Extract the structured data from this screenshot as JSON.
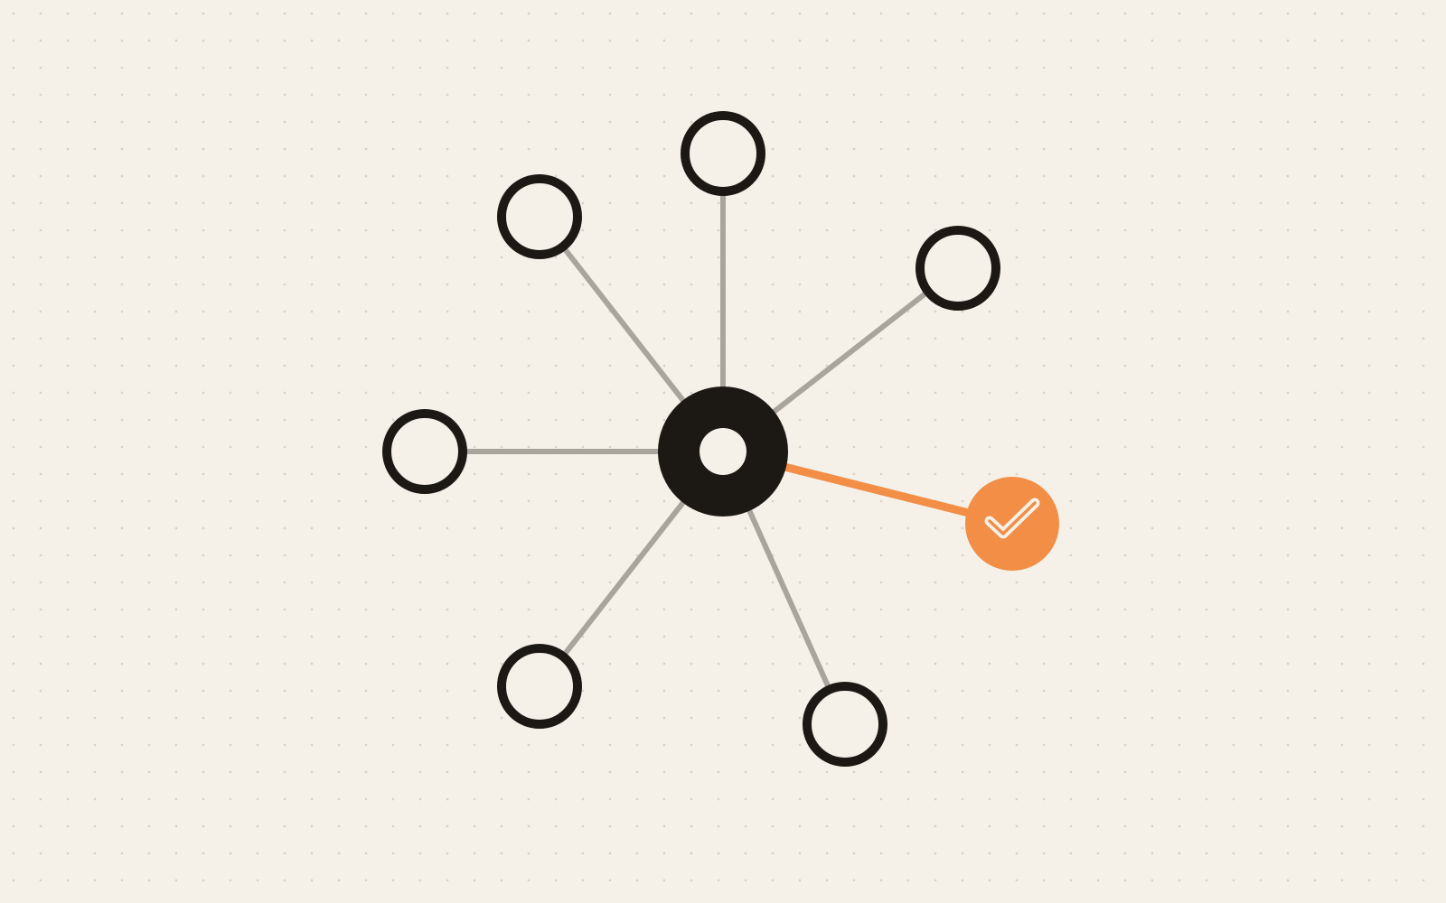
{
  "diagram": {
    "type": "hub-and-spoke",
    "colors": {
      "background": "#f5f1e9",
      "grid_dot": "#d8d2c6",
      "node_stroke": "#1c1915",
      "node_fill": "#f5f1e9",
      "hub_fill": "#1c1915",
      "edge": "#aaa59c",
      "active_edge": "#f28e45",
      "active_node": "#f28e45",
      "check_mark": "#f5f1e9"
    },
    "hub": {
      "icon": "hub-ring-icon"
    },
    "spokes": [
      {
        "id": "node-top",
        "state": "idle"
      },
      {
        "id": "node-upper-left",
        "state": "idle"
      },
      {
        "id": "node-upper-right",
        "state": "idle"
      },
      {
        "id": "node-left",
        "state": "idle"
      },
      {
        "id": "node-right",
        "state": "selected",
        "icon": "check-icon"
      },
      {
        "id": "node-lower-left",
        "state": "idle"
      },
      {
        "id": "node-lower-right",
        "state": "idle"
      }
    ]
  }
}
